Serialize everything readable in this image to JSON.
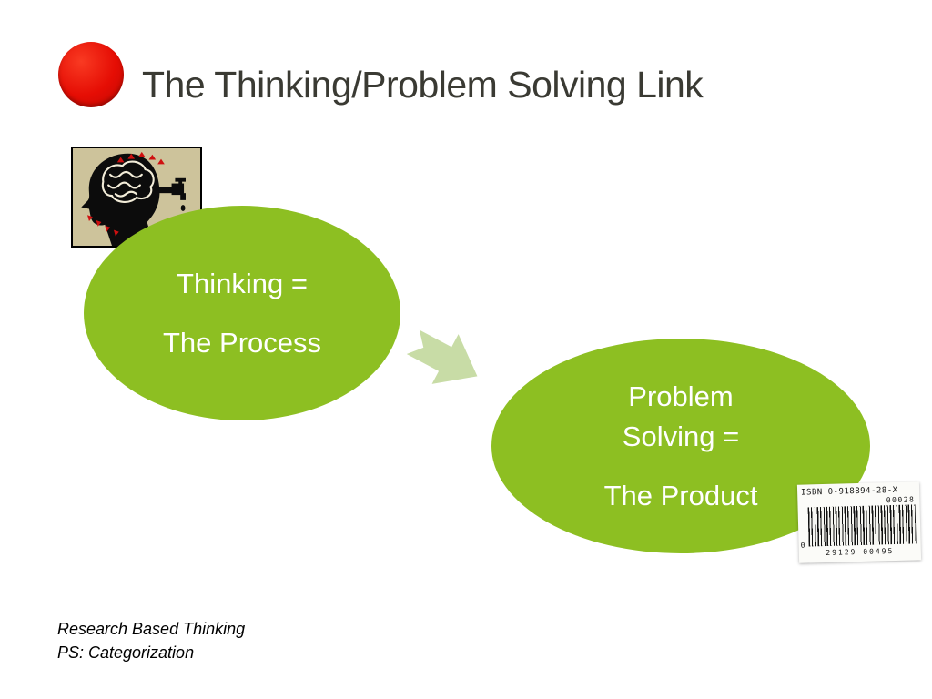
{
  "slide": {
    "title": "The Thinking/Problem Solving Link"
  },
  "ellipses": {
    "thinking": {
      "line1": "Thinking =",
      "line2": "The Process"
    },
    "problem_solving": {
      "line1": "Problem Solving =",
      "line2": "The Product"
    }
  },
  "barcode": {
    "isbn": "ISBN 0-918894-28-X",
    "top_right_digits": "00028",
    "left_digit": "0",
    "bottom_digits": "29129 00495"
  },
  "footer": {
    "line1": "Research Based Thinking",
    "line2": "PS: Categorization"
  },
  "colors": {
    "ellipse_green": "#8dbf22",
    "arrow_pale_green": "#c8dca6",
    "bullet_red": "#e50d04",
    "title_text": "#3a3a33",
    "clipart_background": "#cdc39b"
  },
  "icons": {
    "bullet": "red-circle-bullet",
    "clipart": "head-profile-with-brain-and-faucet",
    "arrow": "right-block-arrow",
    "barcode": "isbn-barcode-sticker"
  }
}
